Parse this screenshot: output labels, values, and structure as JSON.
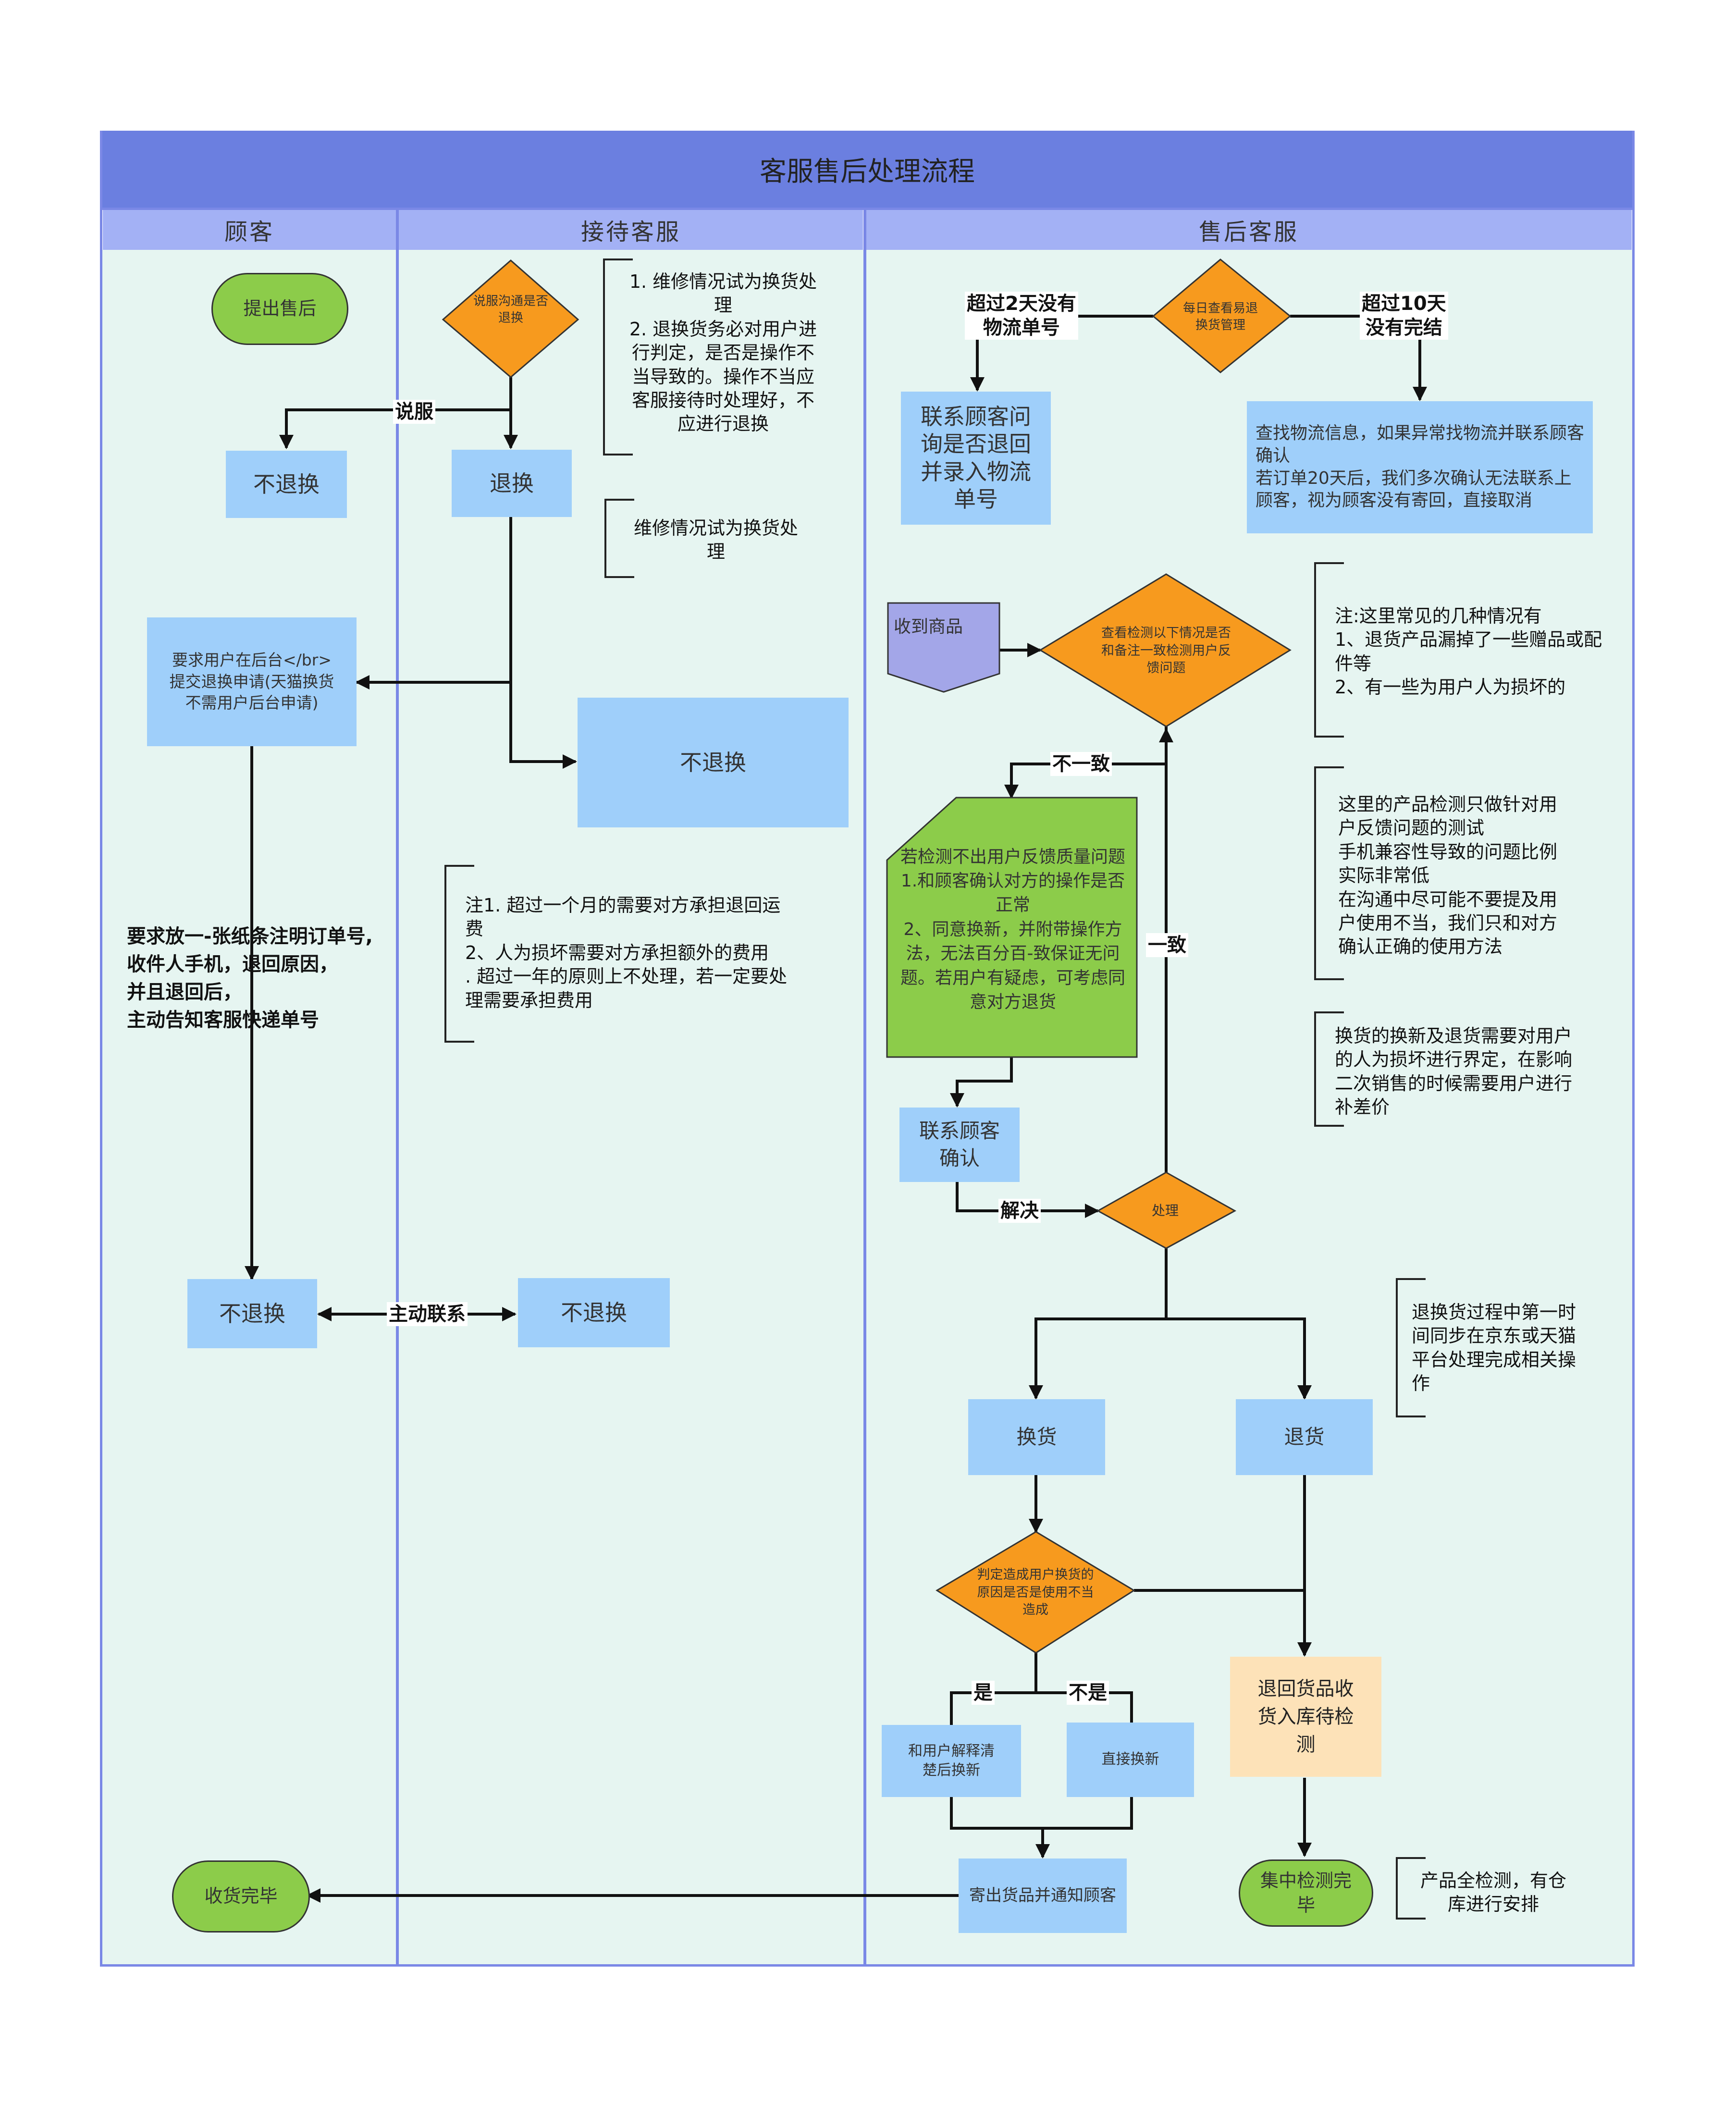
{
  "title": "客服售后处理流程",
  "lanes": {
    "customer": "顾客",
    "reception": "接待客服",
    "aftersales": "售后客服"
  },
  "nodes": {
    "submit_aftersales": "提出售后",
    "persuade_decision": "说服沟通是否退换",
    "no_return_left": "不退换",
    "return_exchange": "退换",
    "submit_request": "要求用户在后台</br>提交退换申请(天猫换货不需用户后台申请)",
    "no_return_big": "不退换",
    "no_return_bottom_left": "不退换",
    "no_return_bottom_mid": "不退换",
    "goods_received": "收货完毕",
    "daily_check": "每日查看易退换货管理",
    "contact_customer_logistics": "联系顾客问询是否退回并录入物流单号",
    "find_logistics": "查找物流信息，如果异常找物流并联系顾客确认\n若订单20天后，我们多次确认无法联系上顾客，视为顾客没有寄回，直接取消",
    "receive_goods": "收到商品",
    "check_decision": "查看检测以下情况是否和备注一致检测用户反馈问题",
    "mismatch_note": "若检测不出用户反馈质量问题\n1.和顾客确认对方的操作是否正常\n2、同意换新，并附带操作方法，无法百分百-致保证无问题。若用户有疑虑，可考虑同意对方退货",
    "contact_confirm": "联系顾客确认",
    "handle": "处理",
    "exchange": "换货",
    "refund": "退货",
    "misuse_decision": "判定造成用户换货的原因是否是使用不当造成",
    "explain_exchange": "和用户解释清楚后换新",
    "direct_exchange": "直接换新",
    "ship_notify": "寄出货品并通知顾客",
    "warehouse_check": "退回货品收货入库待检测",
    "inspection_done": "集中检测完毕"
  },
  "notes": {
    "reception_1": "1. 维修情况试为换货处理\n2. 退换货务必对用户进行判定，是否是操作不当导致的。操作不当应客服接待时处理好，不应进行退换",
    "reception_2": "维修情况试为换货处理",
    "reception_3": "注1. 超过一个月的需要对方承担退回运费\n2、人为损坏需要对方承担额外的费用\n. 超过一年的原则上不处理，若一定要处理需要承担费用",
    "aftersales_1": "注:这里常见的几种情况有\n1、退货产品漏掉了一些赠品或配件等\n2、有一些为用户人为损坏的",
    "aftersales_2": "这里的产品检测只做针对用户反馈问题的测试\n手机兼容性导致的问题比例实际非常低\n在沟通中尽可能不要提及用户使用不当，我们只和对方确认正确的使用方法",
    "aftersales_3": "换货的换新及退货需要对用户的人为损坏进行界定，在影响二次销售的时候需要用户进行补差价",
    "aftersales_4": "退换货过程中第一时间同步在京东或天猫平台处理完成相关操作",
    "aftersales_5": "产品全检测，有仓库进行安排"
  },
  "edge_labels": {
    "persuade": "说服",
    "over_2_days": "超过2天没有\n物流单号",
    "over_10_days": "超过10天\n没有完结",
    "mismatch": "不一致",
    "match": "一致",
    "resolved": "解决",
    "active_contact": "主动联系",
    "yes": "是",
    "no": "不是",
    "customer_instruction": "要求放一-张纸条注明订单号,\n收件人手机，退回原因，\n并且退回后，\n主动告知客服快递单号"
  },
  "colors": {
    "header": "#6b7fe0",
    "lane_header": "#a3b1f5",
    "lane_bg": "#e6f5f1",
    "process": "#9fcffa",
    "decision": "#f79a1e",
    "terminal": "#8ccc4a",
    "note_box": "#8ccc4a",
    "warehouse": "#fde2b8"
  }
}
